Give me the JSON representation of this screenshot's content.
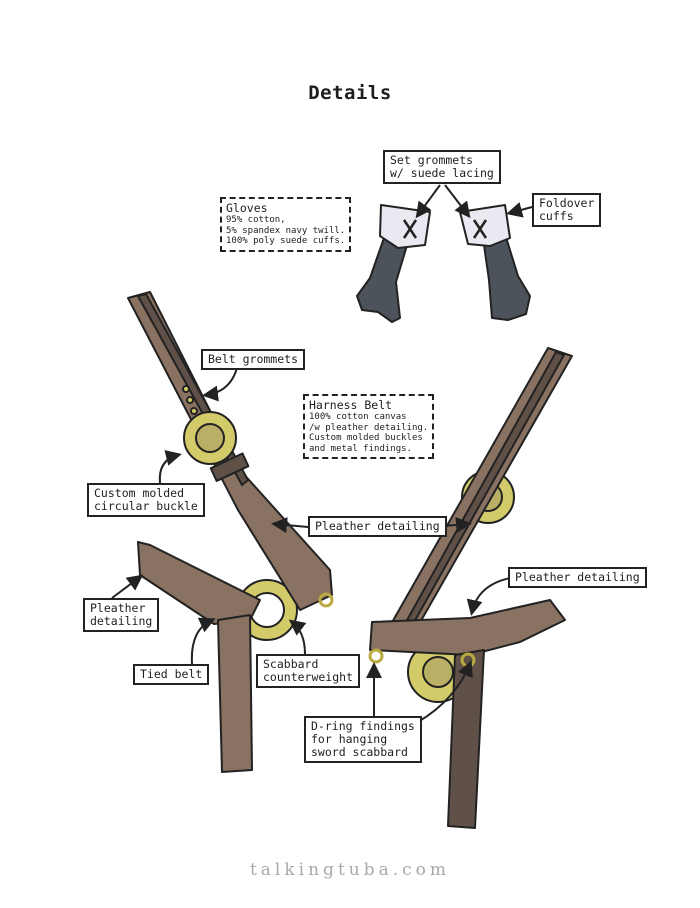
{
  "title": "Details",
  "labels": {
    "set_grommets": [
      "Set grommets",
      "w/ suede lacing"
    ],
    "foldover_cuffs": [
      "Foldover",
      "cuffs"
    ],
    "belt_grommets": "Belt grommets",
    "custom_buckle": [
      "Custom molded",
      "circular buckle"
    ],
    "pleather_center": "Pleather detailing",
    "pleather_right": "Pleather detailing",
    "pleather_left": [
      "Pleather",
      "detailing"
    ],
    "tied_belt": "Tied belt",
    "scabbard_counterweight": [
      "Scabbard",
      "counterweight"
    ],
    "d_ring": [
      "D-ring findings",
      "for hanging",
      "sword scabbard"
    ]
  },
  "notes": {
    "gloves": {
      "heading": "Gloves",
      "lines": [
        "95% cotton,",
        "5% spandex navy twill.",
        "100% poly suede cuffs."
      ]
    },
    "harness": {
      "heading": "Harness Belt",
      "lines": [
        "100% cotton canvas",
        "/w pleather detailing.",
        "Custom molded buckles",
        "and metal findings."
      ]
    }
  },
  "footer": "talkingtuba.com",
  "colors": {
    "belt": "#8a7263",
    "belt_dark": "#5f5048",
    "buckle": "#d3cb6a",
    "buckle_dark": "#b9b066",
    "glove": "#4d535b",
    "cuff": "#e9e9f2",
    "outline": "#222222"
  }
}
